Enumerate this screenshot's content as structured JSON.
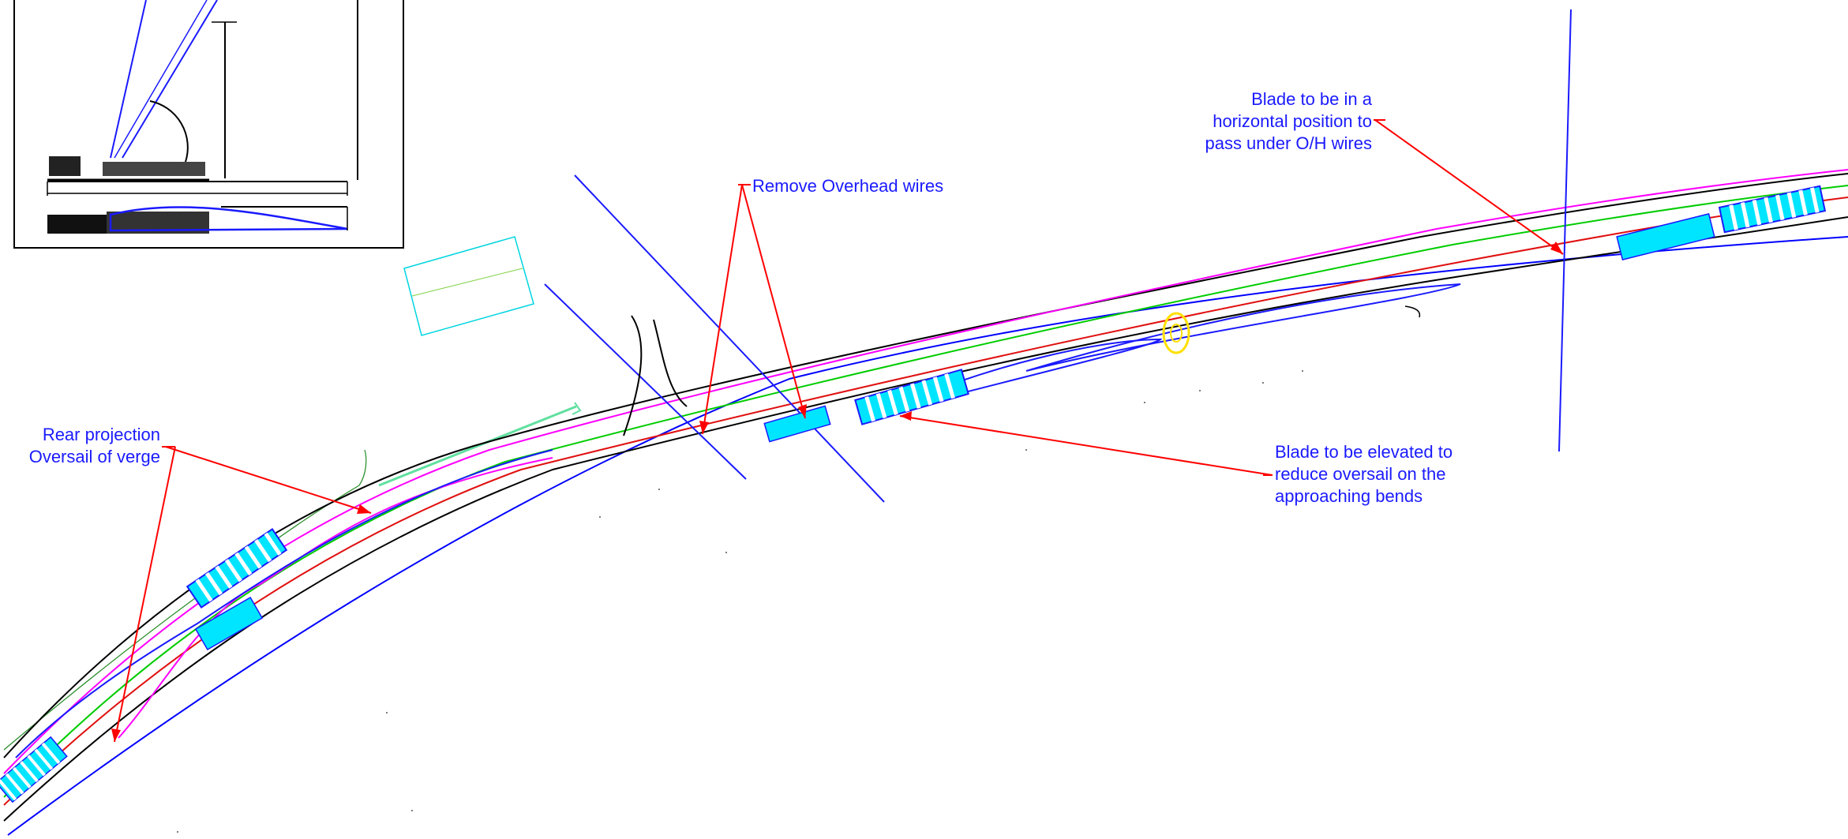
{
  "colors": {
    "annotation_text": "#1a1aff",
    "leader": "#ff0000",
    "road_edge": "#000000",
    "carriageway": "#0000ff",
    "swept_path_magenta": "#ff00ff",
    "swept_path_green": "#00cc00",
    "swept_path_red": "#e01010",
    "vehicle": "#00e5ff",
    "obstacle": "#ffe000"
  },
  "annotations": {
    "rear_projection": [
      "Rear projection",
      "Oversail of verge"
    ],
    "remove_overhead": [
      "Remove Overhead wires"
    ],
    "blade_elevated": [
      "Blade to be elevated to",
      "reduce oversail on the",
      "approaching bends"
    ],
    "blade_horizontal": [
      "Blade to be in a",
      "horizontal position to",
      "pass under O/H wires"
    ]
  },
  "icons": {
    "vehicle": "blade-trailer-icon",
    "obstacle": "tree-icon"
  }
}
